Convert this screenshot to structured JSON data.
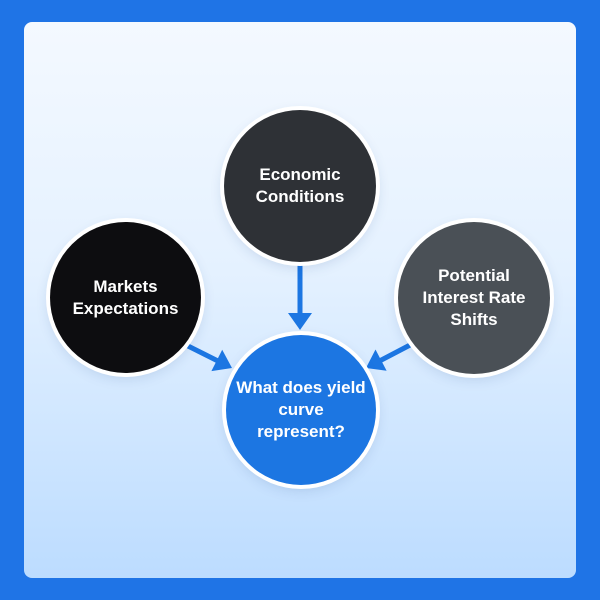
{
  "diagram": {
    "nodes": {
      "economic": {
        "label": "Economic Conditions",
        "color": "#2e3136"
      },
      "markets": {
        "label": "Markets Expectations",
        "color": "#0d0d10"
      },
      "rates": {
        "label": "Potential Interest Rate Shifts",
        "color": "#4a5056"
      },
      "center": {
        "label": "What does yield curve represent?",
        "color": "#1c76e2"
      }
    },
    "edges": [
      {
        "from": "economic",
        "to": "center"
      },
      {
        "from": "markets",
        "to": "center"
      },
      {
        "from": "rates",
        "to": "center"
      }
    ],
    "arrow_color": "#1c76e2",
    "frame_color": "#1f74e6"
  }
}
